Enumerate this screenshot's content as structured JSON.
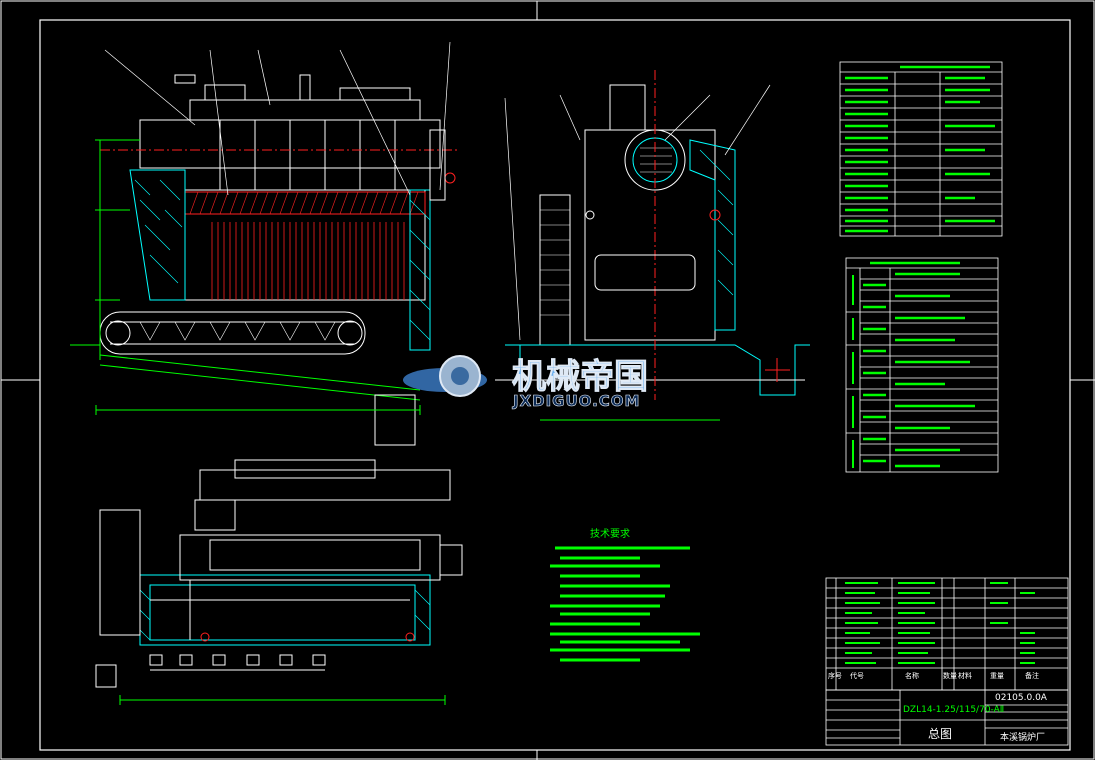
{
  "drawing": {
    "tech_title": "技术要求",
    "total_view_label": "总图",
    "model": "DZL14-1.25/115/70-AⅡ",
    "drawing_no": "02105.0.0A",
    "factory": "本溪锅炉厂"
  },
  "bom_header": [
    "序号",
    "代号",
    "名称",
    "数量",
    "材料",
    "重量",
    "备注"
  ],
  "watermark": {
    "cn": "机械帝国",
    "en": "JXDIGUO.COM"
  },
  "colors": {
    "background": "#000000",
    "line_white": "#ffffff",
    "line_green": "#00ff00",
    "line_red": "#ff2020",
    "line_cyan": "#00ffff",
    "line_yellow": "#ffff00",
    "watermark_blue": "#5aa0e8"
  }
}
